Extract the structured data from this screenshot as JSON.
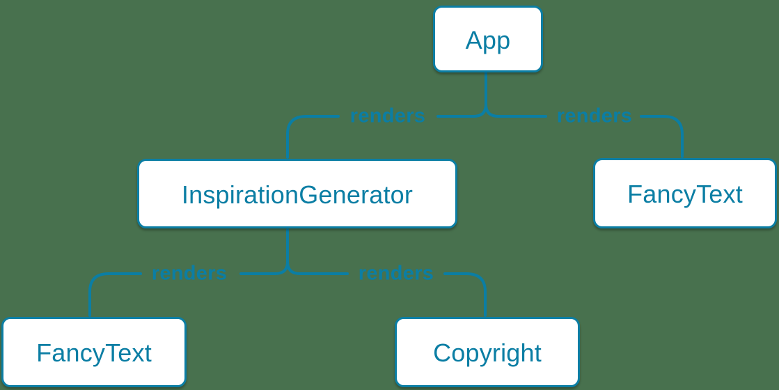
{
  "colors": {
    "background": "#48714e",
    "accent": "#0b7ea4",
    "node_fill": "#ffffff"
  },
  "diagram": {
    "type": "component-render-tree",
    "nodes": [
      {
        "id": "app",
        "label": "App"
      },
      {
        "id": "inspiration-generator",
        "label": "InspirationGenerator"
      },
      {
        "id": "fancy-text-right",
        "label": "FancyText"
      },
      {
        "id": "fancy-text-left",
        "label": "FancyText"
      },
      {
        "id": "copyright",
        "label": "Copyright"
      }
    ],
    "edges": [
      {
        "from": "App",
        "to": "InspirationGenerator",
        "label": "renders"
      },
      {
        "from": "App",
        "to": "FancyText",
        "label": "renders"
      },
      {
        "from": "InspirationGenerator",
        "to": "FancyText",
        "label": "renders"
      },
      {
        "from": "InspirationGenerator",
        "to": "Copyright",
        "label": "renders"
      }
    ]
  }
}
